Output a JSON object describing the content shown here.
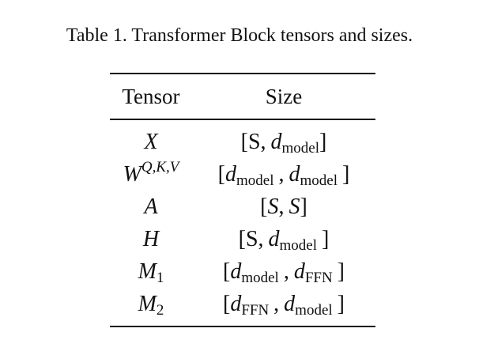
{
  "caption": "Table 1. Transformer Block tensors and sizes.",
  "table": {
    "headers": [
      "Tensor",
      "Size"
    ],
    "rows": [
      {
        "tensor": "X",
        "size": "[S, d_model]"
      },
      {
        "tensor": "W^{Q,K,V}",
        "size": "[d_model , d_model ]"
      },
      {
        "tensor": "A",
        "size": "[S, S]"
      },
      {
        "tensor": "H",
        "size": "[S, d_model ]"
      },
      {
        "tensor": "M_1",
        "size": "[d_model , d_FFN ]"
      },
      {
        "tensor": "M_2",
        "size": "[d_FFN , d_model ]"
      }
    ]
  },
  "math": {
    "S": "S",
    "S_italic": "S",
    "d": "d",
    "comma": ",",
    "model": "model",
    "FFN": "FFN",
    "lb": "[",
    "rb": "]",
    "X": "X",
    "W": "W",
    "QKV": "Q,K,V",
    "A": "A",
    "H": "H",
    "M": "M",
    "one": "1",
    "two": "2"
  }
}
